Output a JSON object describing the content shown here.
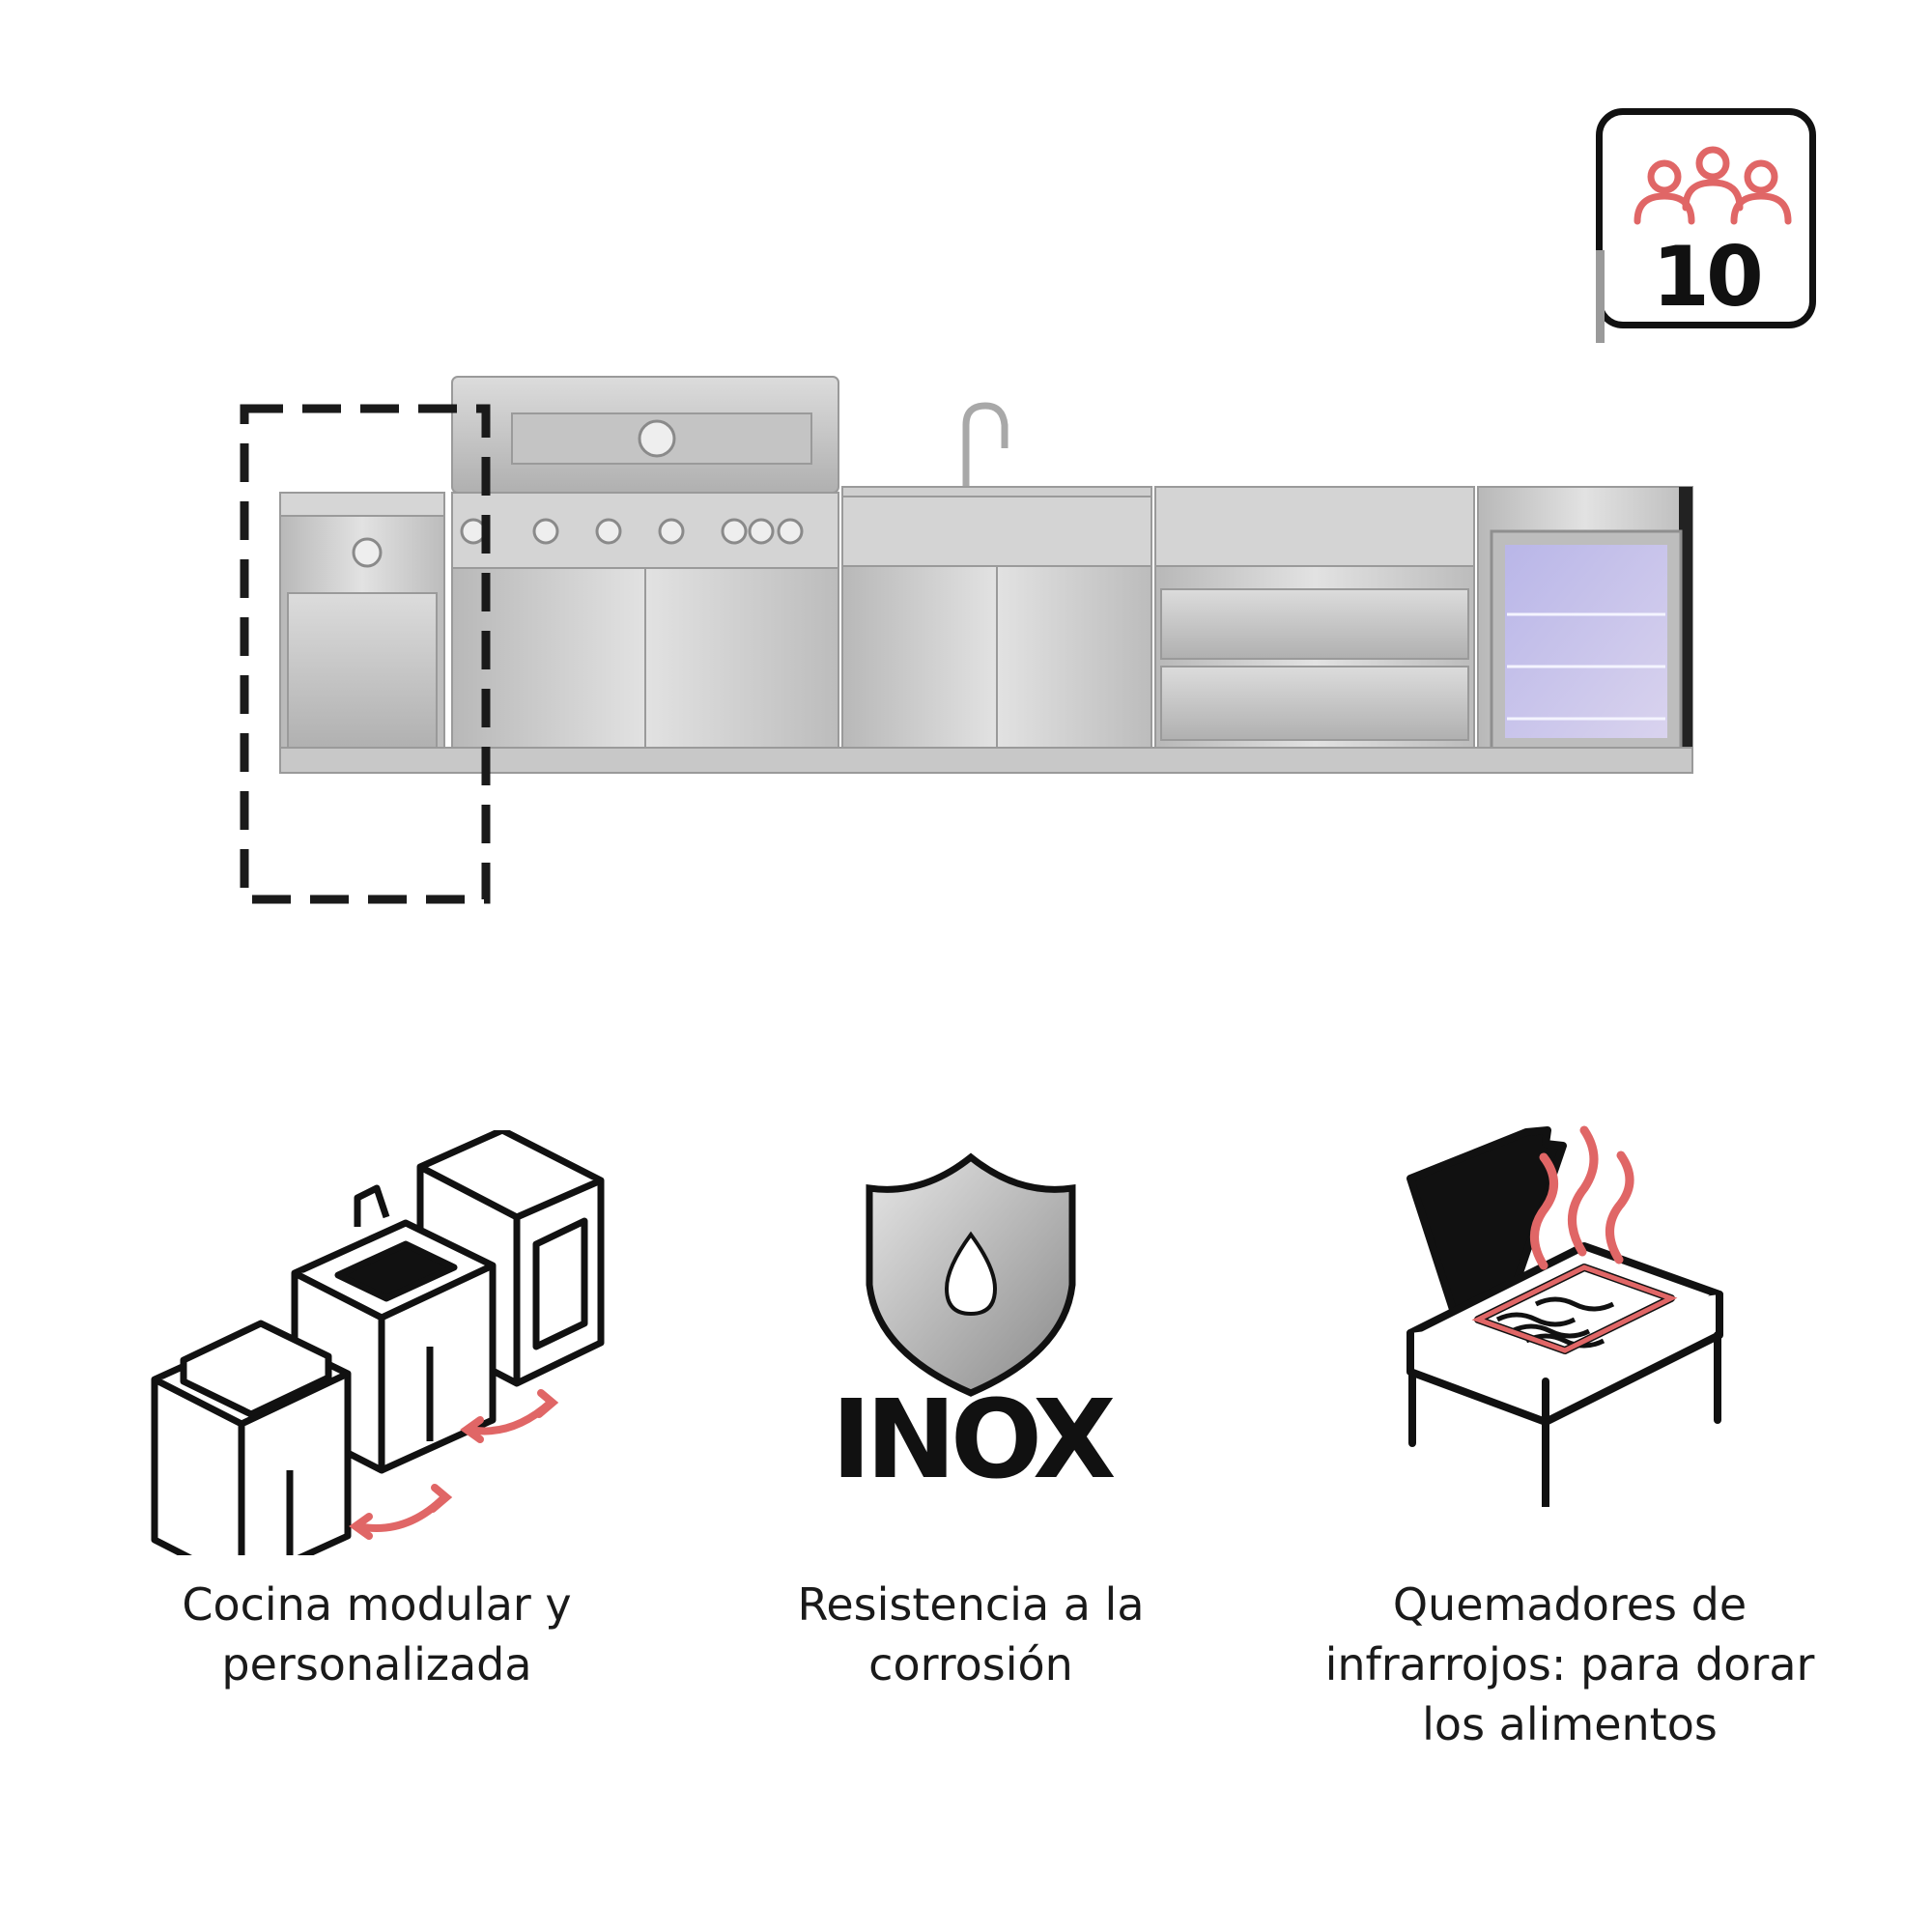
{
  "badge": {
    "icon": "people-group-icon",
    "icon_color": "#e06666",
    "number": "10"
  },
  "product": {
    "image": "outdoor-stainless-steel-kitchen",
    "highlight": "dashed-outline-side-module"
  },
  "features": [
    {
      "icon": "modular-kitchen-icon",
      "label_line1": "Cocina modular y",
      "label_line2": "personalizada",
      "label_line3": ""
    },
    {
      "icon": "inox-shield-icon",
      "icon_text": "INOX",
      "label_line1": "Resistencia a la",
      "label_line2": "corrosión",
      "label_line3": ""
    },
    {
      "icon": "infrared-burner-icon",
      "label_line1": "Quemadores de",
      "label_line2": "infrarrojos: para dorar",
      "label_line3": "los alimentos"
    }
  ],
  "colors": {
    "accent": "#e06666",
    "line": "#111111",
    "steel": "#c9c9c9"
  }
}
